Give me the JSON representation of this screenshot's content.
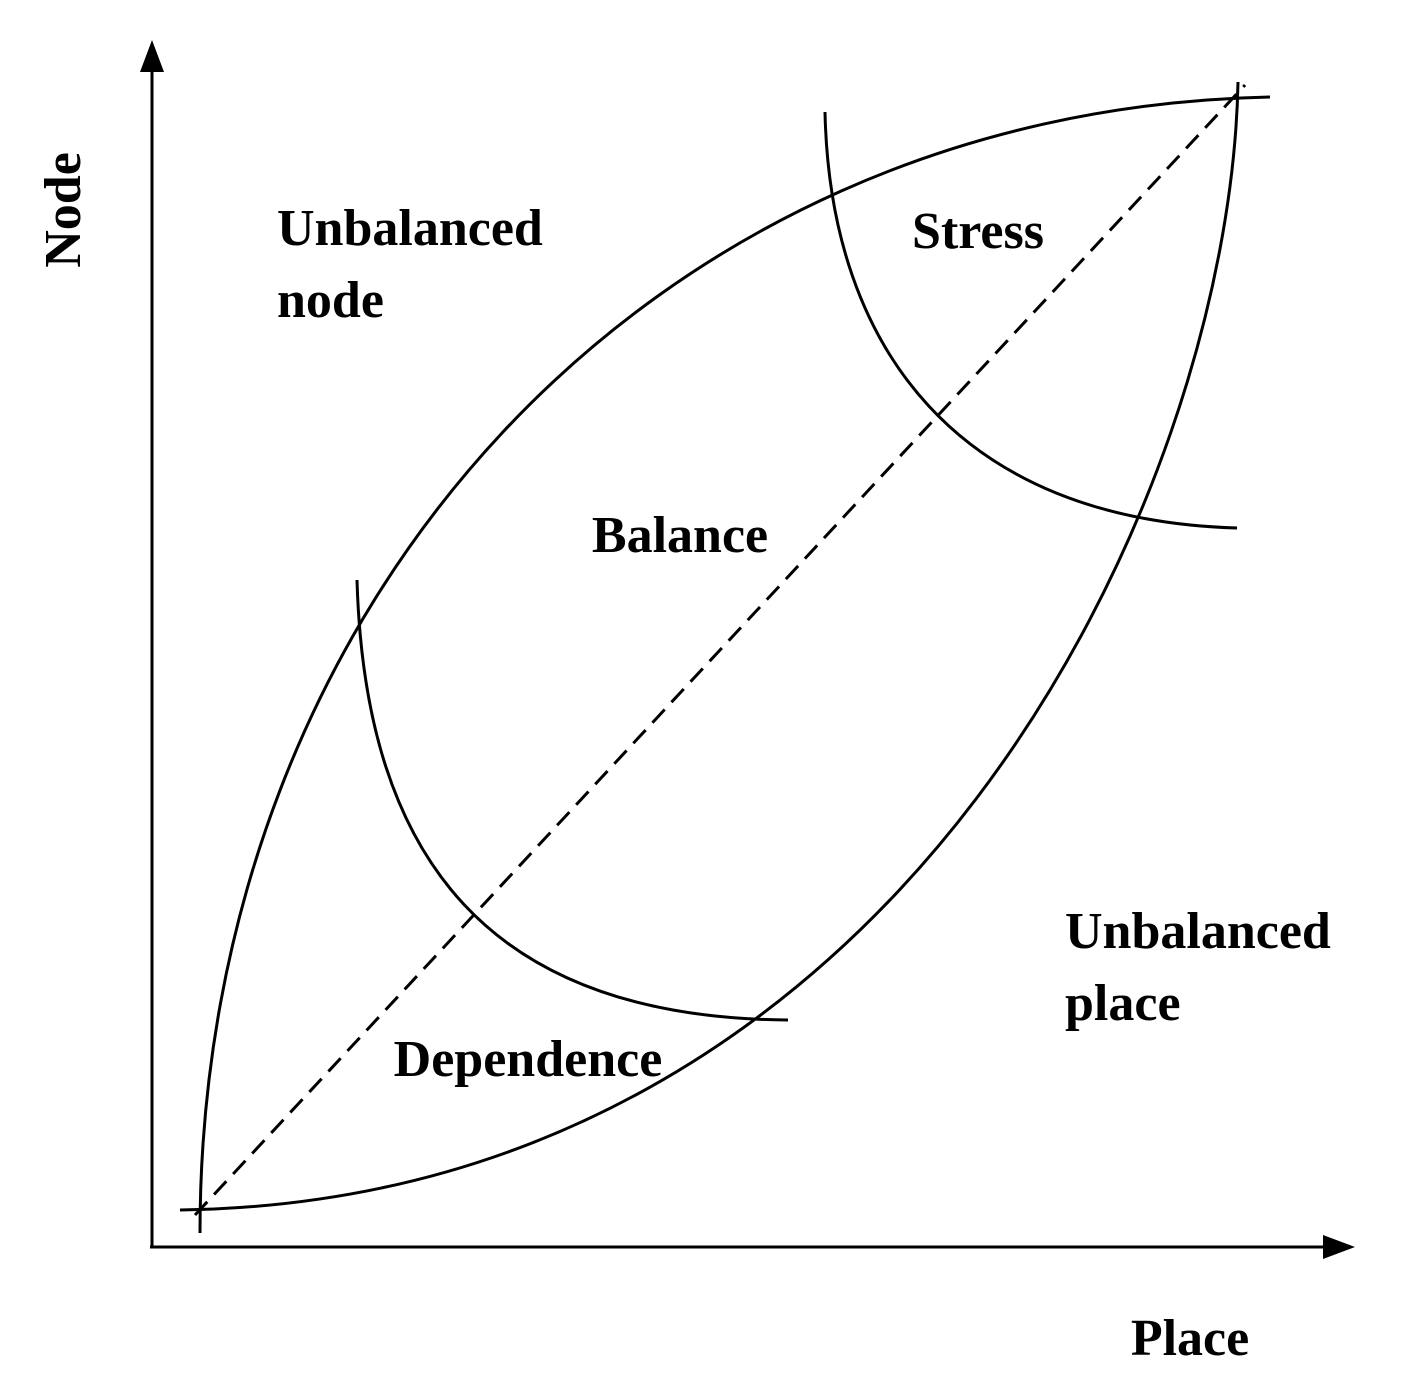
{
  "axes": {
    "x_label": "Place",
    "y_label": "Node"
  },
  "regions": {
    "unbalanced_node": [
      "Unbalanced",
      "node"
    ],
    "stress": "Stress",
    "balance": "Balance",
    "dependence": "Dependence",
    "unbalanced_place": [
      "Unbalanced",
      "place"
    ]
  },
  "colors": {
    "line": "#000000",
    "background": "#ffffff"
  }
}
